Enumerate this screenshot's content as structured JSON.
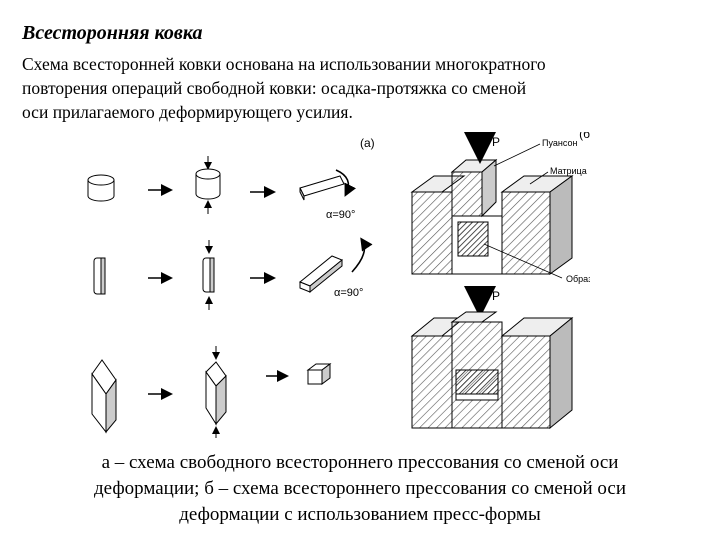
{
  "heading": "Всесторонняя ковка",
  "intro_lines": [
    "Схема всесторонней ковки основана на использовании многократного",
    "повторения операций свободной ковки: осадка-протяжка со сменой",
    "оси прилагаемого деформирующего усилия."
  ],
  "figure": {
    "label_a": "(а)",
    "label_b": "(б)",
    "angle_1": "α=90°",
    "angle_2": "α=90°",
    "force_top": "P",
    "force_bottom": "P",
    "punch_label": "Пуансон",
    "die_label": "Матрица",
    "sample_label": "Образец"
  },
  "caption_lines": [
    "а – схема свободного всестороннего прессования со сменой оси",
    "деформации; б – схема всестороннего прессования со сменой оси",
    "деформации с использованием пресс-формы"
  ]
}
